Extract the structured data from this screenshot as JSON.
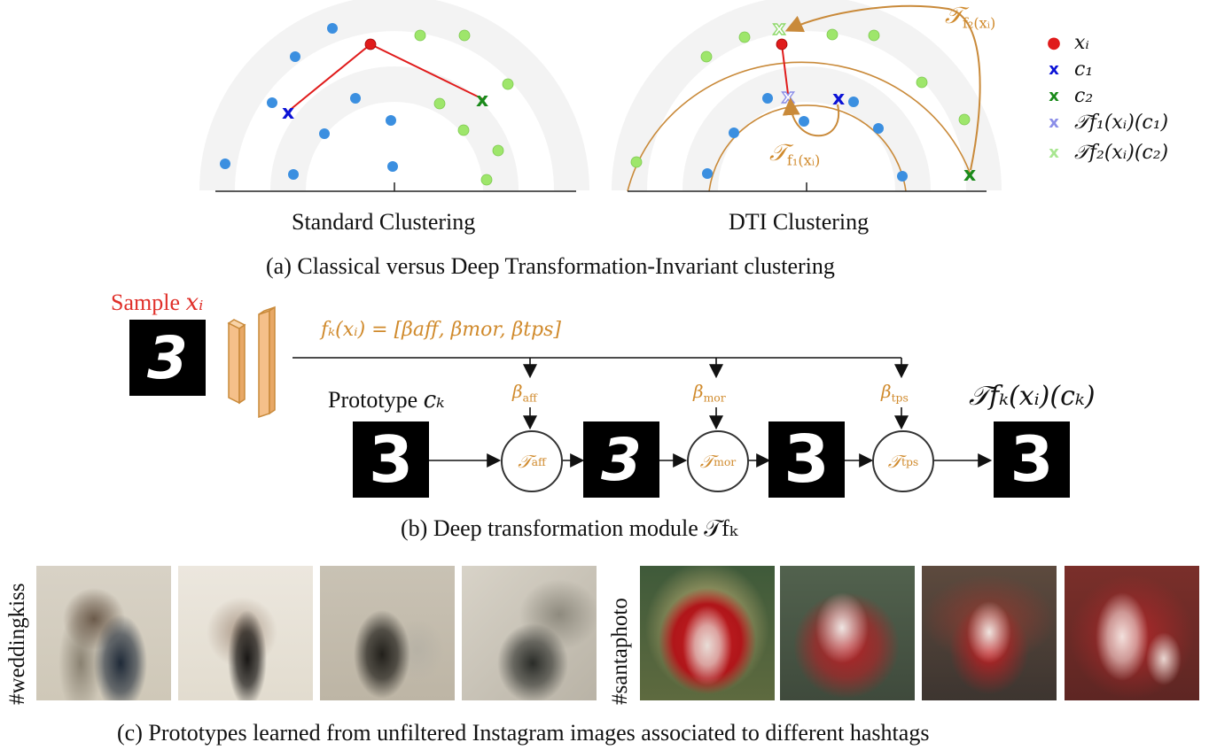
{
  "panel_a": {
    "left_title": "Standard Clustering",
    "right_title": "DTI Clustering",
    "caption": "(a) Classical versus Deep Transformation-Invariant clustering",
    "arrow_label_f1": "𝒯",
    "arrow_label_f1_sub": "f₁(xᵢ)",
    "arrow_label_f2": "𝒯",
    "arrow_label_f2_sub": "f₂(xᵢ)",
    "colors": {
      "blue_point": "#3b8fe0",
      "green_point": "#9ee66b",
      "red_point": "#e01b1b",
      "c1": "#0b12d6",
      "c2": "#1a8a1a",
      "arrow": "#c98a3a",
      "line": "#e01b1b"
    }
  },
  "legend": {
    "items": [
      {
        "text": "xᵢ",
        "marker": "●",
        "color": "#e01b1b"
      },
      {
        "text": "c₁",
        "marker": "x",
        "color": "#0b12d6"
      },
      {
        "text": "c₂",
        "marker": "x",
        "color": "#1a8a1a"
      },
      {
        "text": "𝒯f₁(xᵢ)(c₁)",
        "marker": "x",
        "color": "#8b8ee8"
      },
      {
        "text": "𝒯f₂(xᵢ)(c₂)",
        "marker": "x",
        "color": "#a8e690"
      }
    ]
  },
  "panel_b": {
    "sample_label": "Sample ",
    "sample_var": "xᵢ",
    "formula": "fₖ(xᵢ) = [βaff, βmor, βtps]",
    "prototype_label": "Prototype ",
    "prototype_var": "cₖ",
    "output_label": "𝒯fₖ(xᵢ)(cₖ)",
    "params": [
      "β",
      "β",
      "β"
    ],
    "param_subs": [
      "aff",
      "mor",
      "tps"
    ],
    "nodes": [
      "𝒯",
      "𝒯",
      "𝒯"
    ],
    "digit": "3",
    "caption": "(b) Deep transformation module 𝒯fₖ"
  },
  "panel_c": {
    "tag_left": "#weddingkiss",
    "tag_right": "#santaphoto",
    "caption": "(c) Prototypes learned from unfiltered Instagram images associated to different hashtags"
  }
}
